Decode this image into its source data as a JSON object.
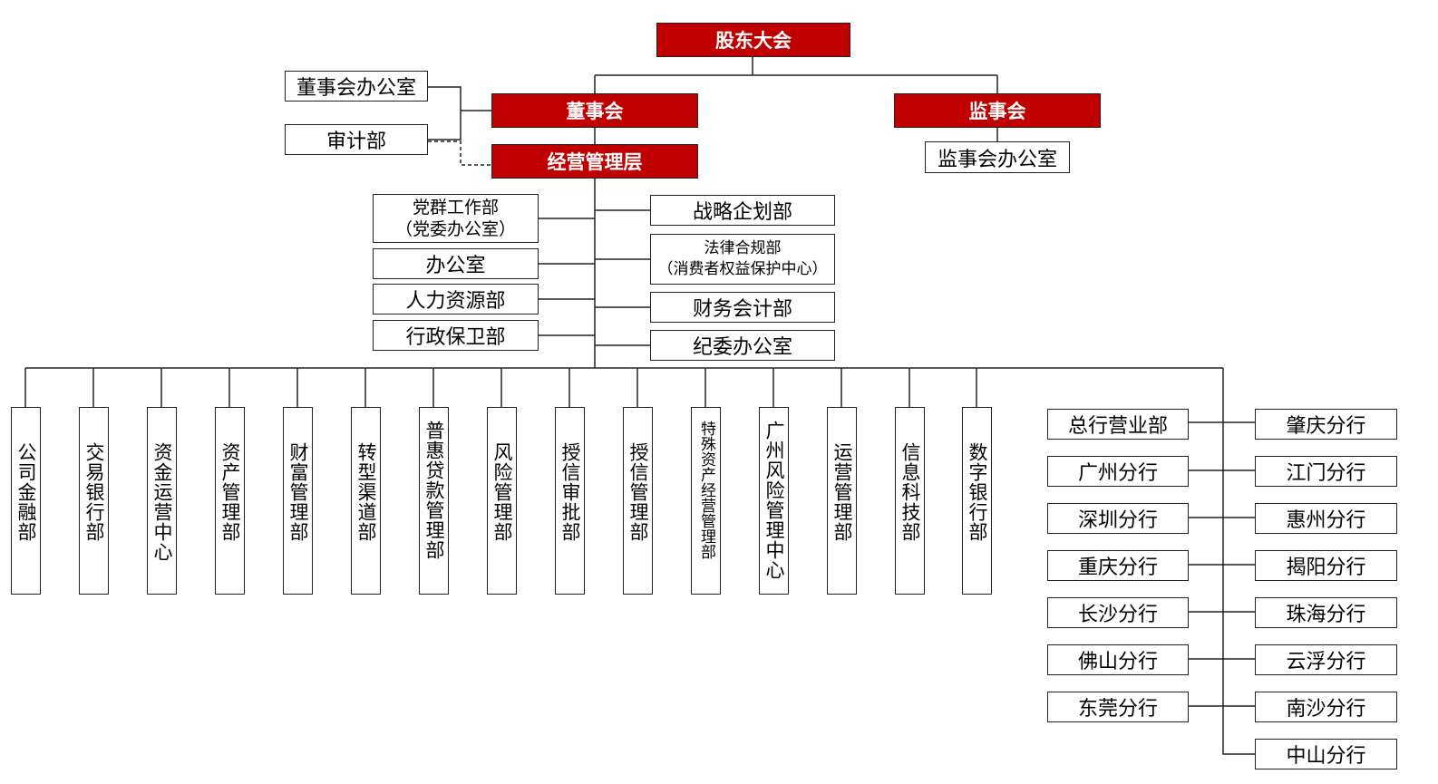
{
  "top": {
    "shareholders": "股东大会",
    "board": "董事会",
    "supervisors": "监事会",
    "management": "经营管理层",
    "board_office": "董事会办公室",
    "audit": "审计部",
    "supervisors_office": "监事会办公室"
  },
  "left_depts": [
    [
      "党群工作部",
      "（党委办公室）"
    ],
    [
      "办公室"
    ],
    [
      "人力资源部"
    ],
    [
      "行政保卫部"
    ]
  ],
  "right_depts": [
    [
      "战略企划部"
    ],
    [
      "法律合规部",
      "（消费者权益保护中心）"
    ],
    [
      "财务会计部"
    ],
    [
      "纪委办公室"
    ]
  ],
  "vertical_depts": [
    "公司金融部",
    "交易银行部",
    "资金运营中心",
    "资产管理部",
    "财富管理部",
    "转型渠道部",
    "普惠贷款管理部",
    "风险管理部",
    "授信审批部",
    "授信管理部",
    "特殊资产经营管理部",
    "广州风险管理中心",
    "运营管理部",
    "信息科技部",
    "数字银行部"
  ],
  "branches_left": [
    "总行营业部",
    "广州分行",
    "深圳分行",
    "重庆分行",
    "长沙分行",
    "佛山分行",
    "东莞分行"
  ],
  "branches_right": [
    "肇庆分行",
    "江门分行",
    "惠州分行",
    "揭阳分行",
    "珠海分行",
    "云浮分行",
    "南沙分行",
    "中山分行"
  ],
  "colors": {
    "red": "#c00000",
    "line": "#222222"
  }
}
